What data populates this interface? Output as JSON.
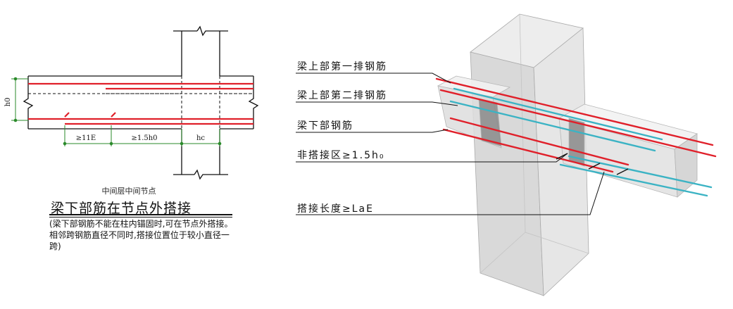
{
  "left_drawing": {
    "dim_h0": "h0",
    "dim_11e": "≥11E",
    "dim_15h0": "≥1.5h0",
    "dim_hc": "hc",
    "caption_small": "中间层中间节点",
    "caption_title": "梁下部筋在节点外搭接",
    "caption_note": "(梁下部钢筋不能在柱内锚固时,可在节点外搭接。相邻跨钢筋直径不同时,搭接位置位于较小直径一跨)"
  },
  "right_drawing": {
    "labels": {
      "top_first_row": "梁上部第一排钢筋",
      "top_second_row": "梁上部第二排钢筋",
      "bottom_bar": "梁下部钢筋",
      "non_lap_zone": "非搭接区≥1.5h₀",
      "lap_length": "搭接长度≥LaE"
    }
  },
  "colors": {
    "rebar_red": "#e0202a",
    "rebar_cyan": "#3bb3c4",
    "dim_green": "#2a8a2a",
    "concrete_face": "#e4e4e4"
  }
}
